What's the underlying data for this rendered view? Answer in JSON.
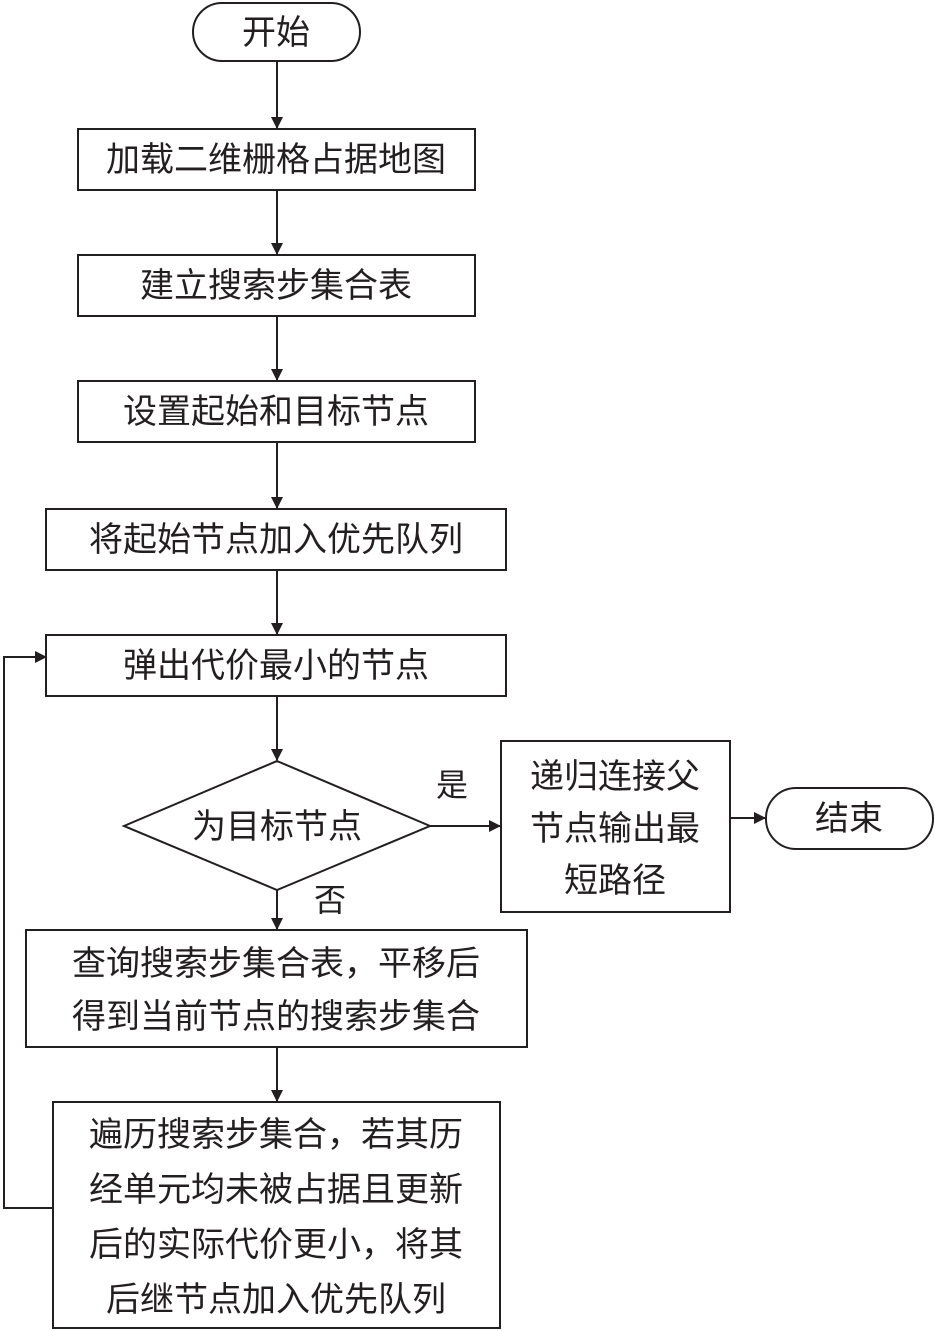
{
  "nodes": {
    "start": "开始",
    "load_map": "加载二维栅格占据地图",
    "build_table": "建立搜索步集合表",
    "set_nodes": "设置起始和目标节点",
    "enqueue_start": "将起始节点加入优先队列",
    "pop_min": "弹出代价最小的节点",
    "is_goal": "为目标节点",
    "output_path": [
      "递归连接父",
      "节点输出最",
      "短路径"
    ],
    "end": "结束",
    "query_table": [
      "查询搜索步集合表，平移后",
      "得到当前节点的搜索步集合"
    ],
    "traverse": [
      "遍历搜索步集合，若其历",
      "经单元均未被占据且更新",
      "后的实际代价更小，将其",
      "后继节点加入优先队列"
    ]
  },
  "edge_labels": {
    "yes": "是",
    "no": "否"
  }
}
